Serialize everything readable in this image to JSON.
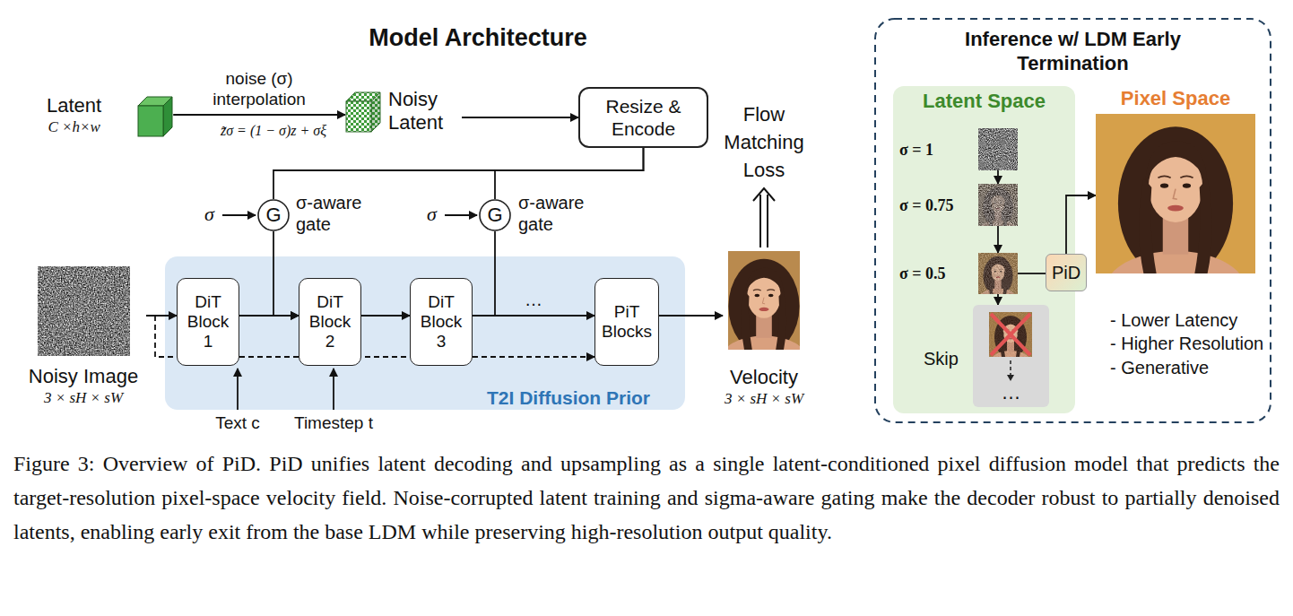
{
  "diagram": {
    "title": "Model Architecture",
    "caption": "Figure 3: Overview of PiD. PiD unifies latent decoding and upsampling as a single latent-conditioned pixel diffusion model that predicts the target-resolution pixel-space velocity field. Noise-corrupted latent training and sigma-aware gating make the decoder robust to partially denoised latents, enabling early exit from the base LDM while preserving high-resolution output quality.",
    "nodes": [
      {
        "text": [
          "Latent",
          "C ×h×w"
        ]
      },
      {
        "text": [
          "Noisy Latent"
        ]
      },
      {
        "text": [
          "Resize & Encode"
        ]
      },
      {
        "text": [
          "G"
        ]
      },
      {
        "text": [
          "G"
        ]
      },
      {
        "text": [
          "Noisy Image",
          "3 × sH × sW"
        ]
      },
      {
        "text": [
          "T2I Diffusion Prior"
        ]
      },
      {
        "text": [
          "DiT Block 1"
        ],
        "in": 6
      },
      {
        "text": [
          "DiT Block 2"
        ],
        "in": 6
      },
      {
        "text": [
          "DiT Block 3"
        ],
        "in": 6
      },
      {
        "text": [
          "PiT Blocks"
        ],
        "in": 6
      },
      {
        "text": [
          "Velocity",
          "3 × sH × sW"
        ]
      },
      {
        "text": [
          "Inference w/ LDM Early Termination"
        ]
      },
      {
        "text": [
          "Latent Space"
        ],
        "in": 12
      },
      {
        "text": [
          "σ = 1"
        ],
        "in": 13
      },
      {
        "text": [
          "σ = 0.75"
        ],
        "in": 13
      },
      {
        "text": [
          "σ = 0.5"
        ],
        "in": 13
      },
      {
        "text": [
          "Skip",
          "…"
        ],
        "in": 13
      },
      {
        "text": [
          "PiD"
        ],
        "in": 12
      },
      {
        "text": [
          "Pixel Space"
        ],
        "in": 12
      }
    ],
    "edges": [
      {
        "from": 0,
        "to": 1,
        "arrow": "to",
        "label": "noise (σ) interpolation"
      },
      {
        "from": 1,
        "to": 2,
        "arrow": "to"
      },
      {
        "from": 2,
        "to": 3,
        "arrow": "none"
      },
      {
        "from": 2,
        "to": 4,
        "arrow": "none"
      },
      {
        "from": 3,
        "to": 8,
        "arrow": "to"
      },
      {
        "from": 4,
        "to": 9,
        "arrow": "to"
      },
      {
        "from": 5,
        "to": 7,
        "arrow": "to"
      },
      {
        "from": 5,
        "to": 10,
        "arrow": "to"
      },
      {
        "from": 7,
        "to": 8,
        "arrow": "to"
      },
      {
        "from": 8,
        "to": 9,
        "arrow": "to"
      },
      {
        "from": 9,
        "to": 10,
        "arrow": "to"
      },
      {
        "from": 10,
        "to": 11,
        "arrow": "to"
      },
      {
        "from": 14,
        "to": 15,
        "arrow": "to"
      },
      {
        "from": 15,
        "to": 16,
        "arrow": "to"
      },
      {
        "from": 16,
        "to": 17,
        "arrow": "to"
      },
      {
        "from": 16,
        "to": 18,
        "arrow": "none"
      },
      {
        "from": 18,
        "to": 19,
        "arrow": "to"
      }
    ],
    "labels": [
      "z̃σ = (1 − σ)z + σξ",
      "σ",
      "σ-aware gate",
      "σ",
      "σ-aware gate",
      "…",
      "Flow Matching Loss",
      "Text c",
      "Timestep t",
      "- Lower Latency",
      "- Higher Resolution",
      "- Generative"
    ]
  }
}
